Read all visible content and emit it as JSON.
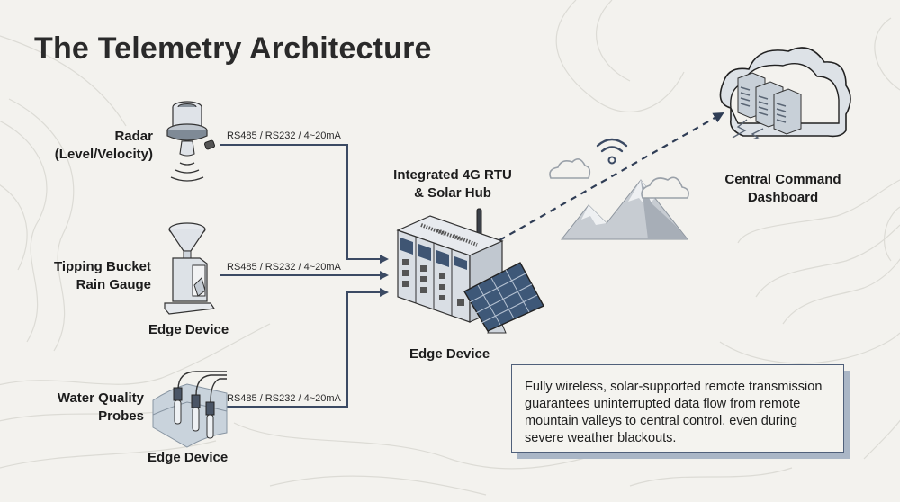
{
  "title": "The Telemetry Architecture",
  "sensors": [
    {
      "name": "Radar\n(Level/Velocity)",
      "line1": "Radar",
      "line2": "(Level/Velocity)",
      "protocol": "RS485 / RS232 / 4~20mA",
      "icon": "radar-sensor-icon"
    },
    {
      "name": "Tipping Bucket Rain Gauge",
      "line1": "Tipping Bucket",
      "line2": "Rain Gauge",
      "protocol": "RS485 / RS232 / 4~20mA",
      "caption": "Edge Device",
      "icon": "rain-gauge-icon"
    },
    {
      "name": "Water Quality Probes",
      "line1": "Water Quality",
      "line2": "Probes",
      "protocol": "RS485 / RS232 / 4~20mA",
      "caption": "Edge Device",
      "icon": "water-quality-probes-icon"
    }
  ],
  "hub": {
    "line1": "Integrated 4G RTU",
    "line2": "& Solar Hub",
    "caption": "Edge Device",
    "icon": "rtu-solar-hub-icon"
  },
  "cloud": {
    "line1": "Central Command",
    "line2": "Dashboard",
    "icon": "cloud-servers-icon"
  },
  "decorations": [
    "wifi-signal-icon",
    "mountains-icon",
    "cloud-icon"
  ],
  "note": "Fully wireless, solar-supported remote transmission guarantees uninterrupted data flow from remote mountain valleys to central control, even during severe weather blackouts.",
  "colors": {
    "background": "#f3f2ee",
    "line": "#3b4a63",
    "device_fill": "#d8dde3",
    "device_dark": "#3f5573",
    "contour": "#dcdbd6"
  }
}
